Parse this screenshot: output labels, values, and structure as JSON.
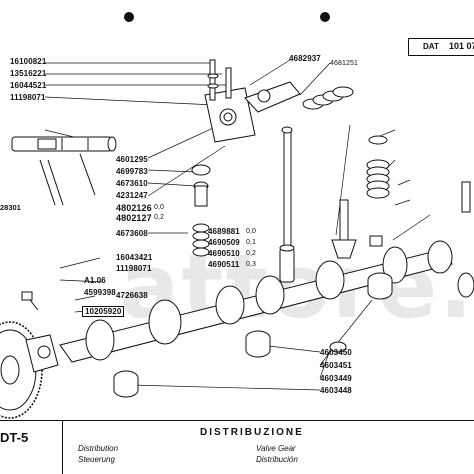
{
  "sheet": {
    "dat_label": "DAT",
    "dat_value": "101 07",
    "watermark": "attore.r",
    "left_edge_ref": "28301",
    "title": "DISTRIBUZIONE",
    "code": "DT-5",
    "translations": {
      "english_left": "Distribution",
      "german": "Steuerung",
      "english_right": "Valve Gear",
      "spanish": "Distribución"
    }
  },
  "part_numbers": {
    "p16100821": "16100821",
    "p13516221": "13516221",
    "p16044521": "16044521",
    "p11198071a": "11198071",
    "p4682937": "4682937",
    "p4681251": "4681251",
    "p4601295": "4601295",
    "p4699783": "4699783",
    "p4673610": "4673610",
    "p4231247": "4231247",
    "p4802126": "4802126",
    "p4802127": "4802127",
    "p4673608": "4673608",
    "p4689881": "4689881",
    "p4690509": "4690509",
    "p4690510": "4690510",
    "p4690511": "4690511",
    "p16043421": "16043421",
    "p11198071b": "11198071",
    "pA106": "A1.06",
    "p4599398": "4599398",
    "p4726638": "4726638",
    "p10205920": "10205920",
    "p4603450": "4603450",
    "p4603451": "4603451",
    "p4603449": "4603449",
    "p4603448": "4603448"
  },
  "sizes": {
    "s4802126": "0,0",
    "s4802127": "0,2",
    "s4689881": "0,0",
    "s4690509": "0,1",
    "s4690510": "0,2",
    "s4690511": "0,3"
  }
}
